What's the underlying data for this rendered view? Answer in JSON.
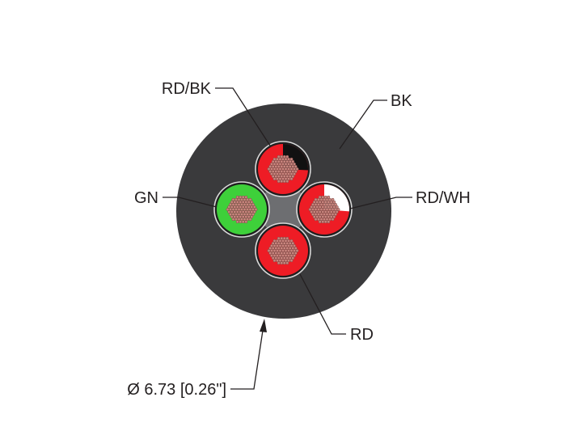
{
  "diagram": {
    "labels": {
      "rd_bk": "RD/BK",
      "bk": "BK",
      "gn": "GN",
      "rd_wh": "RD/WH",
      "rd": "RD",
      "diameter": "Ø 6.73 [0.26\"]"
    },
    "colors": {
      "jacket": "#3a3a3c",
      "filler": "#6d6e71",
      "red": "#ee1c25",
      "green": "#3ed03a",
      "black": "#111111",
      "white": "#ffffff",
      "strand": "#c9857e",
      "text": "#231f20"
    }
  }
}
